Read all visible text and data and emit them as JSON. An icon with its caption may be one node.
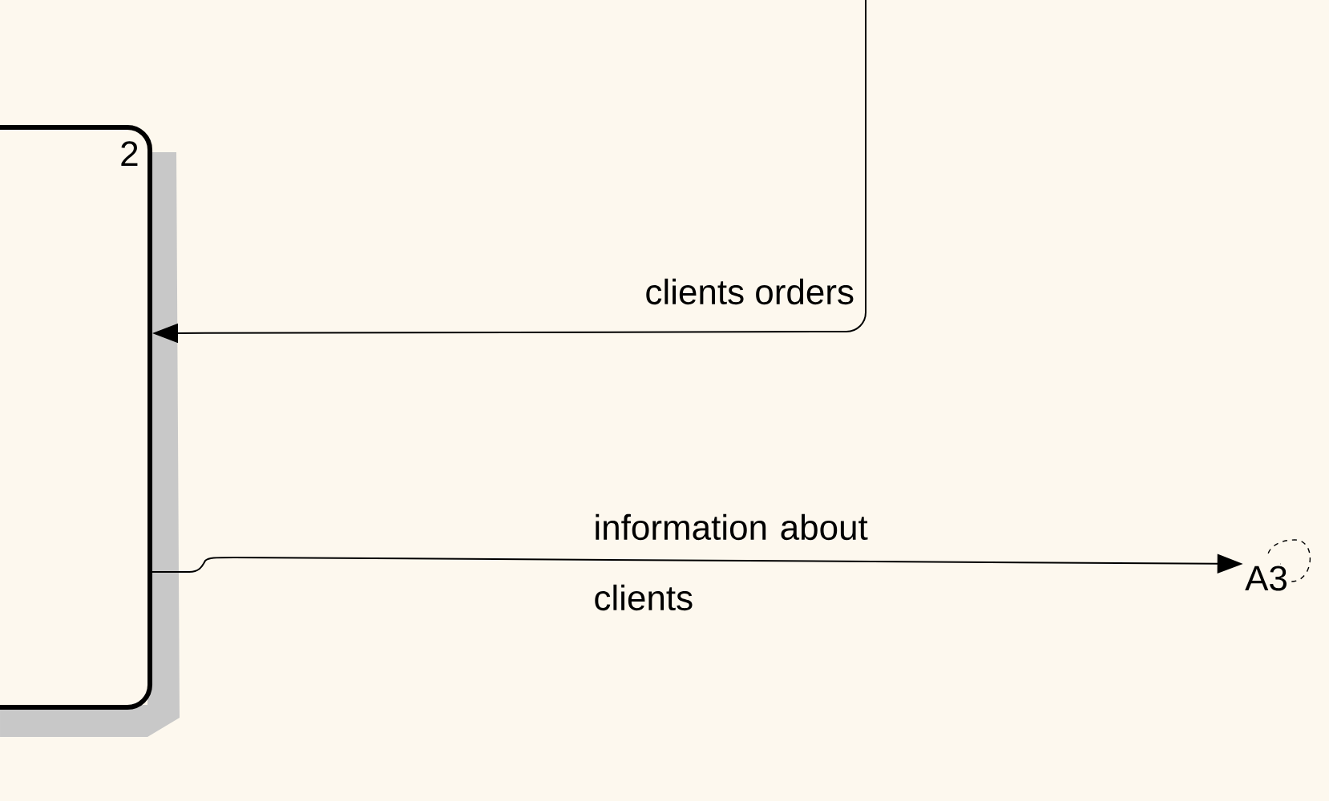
{
  "diagram": {
    "nodes": [
      {
        "text": [
          "2"
        ]
      },
      {
        "text": [
          "A3"
        ]
      }
    ],
    "edges": [
      {
        "from": null,
        "to": 0,
        "arrow": "to",
        "label": "clients orders"
      },
      {
        "from": 0,
        "to": 1,
        "arrow": "to",
        "label": "information about clients"
      }
    ]
  }
}
